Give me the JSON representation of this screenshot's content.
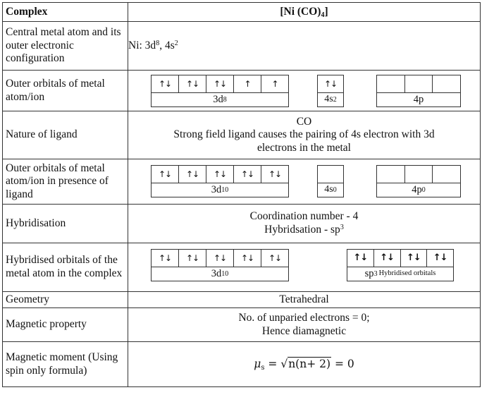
{
  "header": {
    "col1": "Complex",
    "col2": "[Ni (CO)",
    "col2_sub": "4",
    "col2_end": "]"
  },
  "rows": {
    "central_atom": {
      "label": "Central metal atom and its outer electronic configuration",
      "value": "Ni: 3d",
      "sup1": "8",
      "mid": ", 4s",
      "sup2": "2"
    },
    "outer_orbitals": {
      "label": "Outer orbitals of metal atom/ion",
      "d_boxes": [
        "↑↓",
        "↑↓",
        "↑↓",
        "↑",
        "↑"
      ],
      "d_label": "3d",
      "d_sup": "8",
      "s_boxes": [
        "↑↓"
      ],
      "s_label": "4s",
      "s_sup": "2",
      "p_boxes": [
        "",
        "",
        ""
      ],
      "p_label": "4p"
    },
    "ligand": {
      "label": "Nature of ligand",
      "line1": "CO",
      "line2": "Strong field ligand causes the pairing of 4s electron with 3d",
      "line3": "electrons in the metal"
    },
    "outer_orbitals_ligand": {
      "label": "Outer orbitals of metal atom/ion in presence of ligand",
      "d_boxes": [
        "↑↓",
        "↑↓",
        "↑↓",
        "↑↓",
        "↑↓"
      ],
      "d_label": "3d",
      "d_sup": "10",
      "s_boxes": [
        ""
      ],
      "s_label": "4s",
      "s_sup": "0",
      "p_boxes": [
        "",
        "",
        ""
      ],
      "p_label": "4p",
      "p_sup": "0"
    },
    "hybridisation": {
      "label": "Hybridisation",
      "line1": "Coordination number - 4",
      "line2": "Hybridsation - sp",
      "line2_sup": "3"
    },
    "hybridised_orbitals": {
      "label": "Hybridised orbitals of the metal atom in the complex",
      "d_boxes": [
        "↑↓",
        "↑↓",
        "↑↓",
        "↑↓",
        "↑↓"
      ],
      "d_label": "3d",
      "d_sup": "10",
      "h_boxes": [
        "↑↓",
        "↑↓",
        "↑↓",
        "↑↓"
      ],
      "h_label": "sp",
      "h_sup": "3",
      "h_small": "Hybridised orbitals"
    },
    "geometry": {
      "label": "Geometry",
      "value": "Tetrahedral"
    },
    "magnetic_property": {
      "label": "Magnetic property",
      "line1": "No. of unparied electrons = 0;",
      "line2": "Hence diamagnetic"
    },
    "magnetic_moment": {
      "label": "Magnetic moment (Using spin only formula)",
      "mu": "μ",
      "mu_sub": "s",
      "eq": " = ",
      "radicand": "n(n+ 2)",
      "result": " = 0"
    }
  }
}
